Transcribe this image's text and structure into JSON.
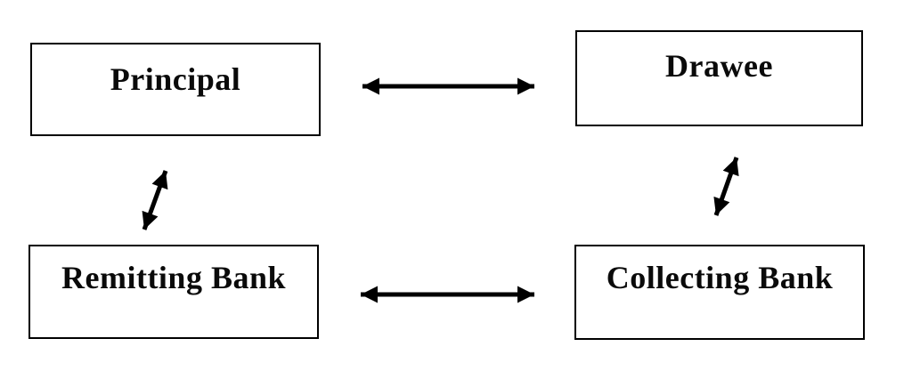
{
  "diagram": {
    "title": "Documentary collection parties diagram",
    "background_color": "#ffffff",
    "line_color": "#000000",
    "text_color": "#0a0a0a",
    "nodes": [
      {
        "id": "principal",
        "label": "Principal"
      },
      {
        "id": "drawee",
        "label": "Drawee"
      },
      {
        "id": "remitting-bank",
        "label": "Remitting Bank"
      },
      {
        "id": "collecting-bank",
        "label": "Collecting Bank"
      }
    ],
    "connectors": [
      {
        "id": "principal-drawee",
        "type": "double-headed-arrow",
        "from": "Principal",
        "to": "Drawee"
      },
      {
        "id": "principal-remitting-bank",
        "type": "double-headed-arrow",
        "from": "Principal",
        "to": "Remitting Bank"
      },
      {
        "id": "drawee-collecting-bank",
        "type": "double-headed-arrow",
        "from": "Drawee",
        "to": "Collecting Bank"
      },
      {
        "id": "remitting-bank-collecting-bank",
        "type": "double-headed-arrow",
        "from": "Remitting Bank",
        "to": "Collecting Bank"
      }
    ]
  }
}
